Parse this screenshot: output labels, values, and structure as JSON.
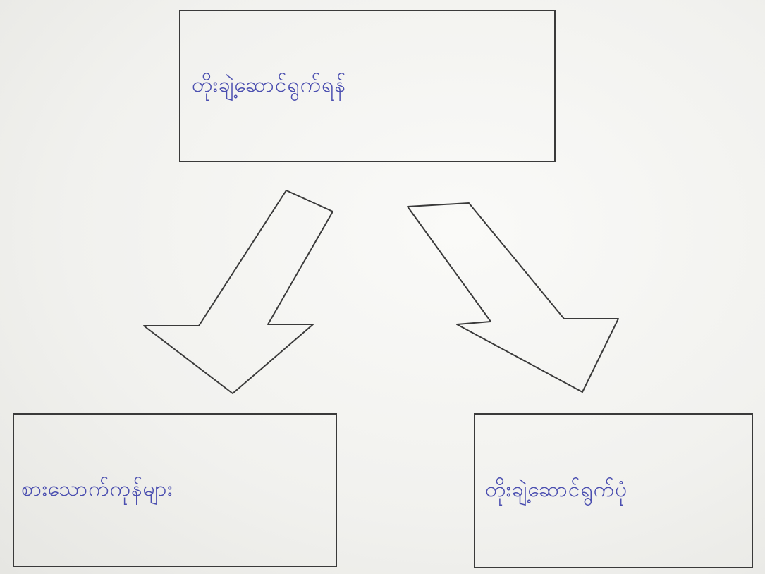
{
  "diagram": {
    "nodes": [
      {
        "id": "top",
        "label": "တိုးချဲ့ဆောင်ရွက်ရန်"
      },
      {
        "id": "left",
        "label": "စားသောက်ကုန်များ"
      },
      {
        "id": "right",
        "label": "တိုးချဲ့ဆောင်ရွက်ပုံ"
      }
    ],
    "edges": [
      {
        "from": "top",
        "to": "left"
      },
      {
        "from": "top",
        "to": "right"
      }
    ],
    "colors": {
      "line": "#3a3a3a",
      "ink": "#4b4fb0",
      "paper": "#f2f2ef"
    }
  }
}
